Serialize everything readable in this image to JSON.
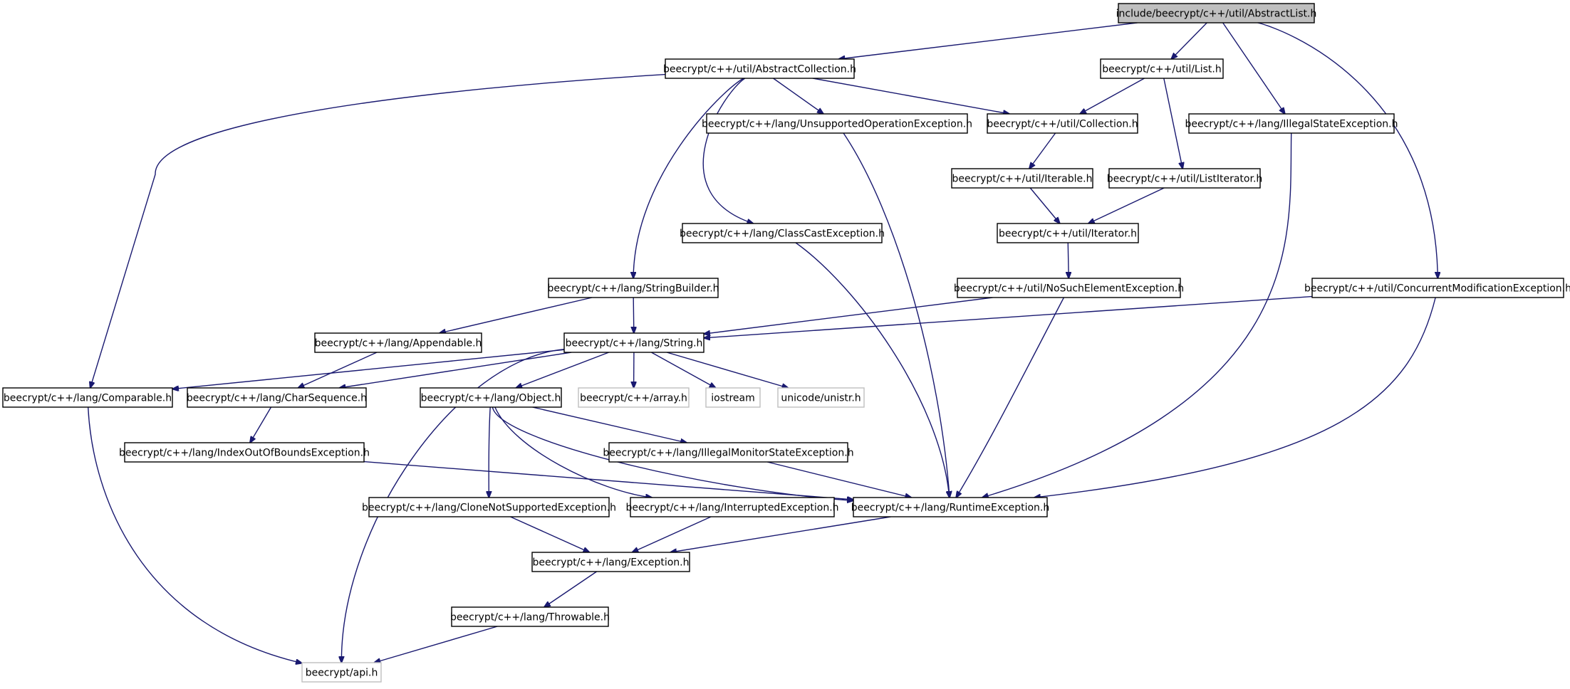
{
  "diagram": {
    "edge_color": "#191970",
    "root_fill": "#bfbfbf",
    "external_border": "#bfbfbf",
    "nodes": [
      {
        "id": "abstractlist",
        "label": "include/beecrypt/c++/util/AbstractList.h",
        "style": "root"
      },
      {
        "id": "abstractcollection",
        "label": "beecrypt/c++/util/AbstractCollection.h",
        "style": "normal"
      },
      {
        "id": "list",
        "label": "beecrypt/c++/util/List.h",
        "style": "normal"
      },
      {
        "id": "illegalstate",
        "label": "beecrypt/c++/lang/IllegalStateException.h",
        "style": "normal"
      },
      {
        "id": "concurrentmod",
        "label": "beecrypt/c++/util/ConcurrentModificationException.h",
        "style": "normal"
      },
      {
        "id": "unsupported",
        "label": "beecrypt/c++/lang/UnsupportedOperationException.h",
        "style": "normal"
      },
      {
        "id": "collection",
        "label": "beecrypt/c++/util/Collection.h",
        "style": "normal"
      },
      {
        "id": "iterable",
        "label": "beecrypt/c++/util/Iterable.h",
        "style": "normal"
      },
      {
        "id": "listiterator",
        "label": "beecrypt/c++/util/ListIterator.h",
        "style": "normal"
      },
      {
        "id": "classcast",
        "label": "beecrypt/c++/lang/ClassCastException.h",
        "style": "normal"
      },
      {
        "id": "iterator",
        "label": "beecrypt/c++/util/Iterator.h",
        "style": "normal"
      },
      {
        "id": "stringbuilder",
        "label": "beecrypt/c++/lang/StringBuilder.h",
        "style": "normal"
      },
      {
        "id": "nosuchelement",
        "label": "beecrypt/c++/util/NoSuchElementException.h",
        "style": "normal"
      },
      {
        "id": "appendable",
        "label": "beecrypt/c++/lang/Appendable.h",
        "style": "normal"
      },
      {
        "id": "string",
        "label": "beecrypt/c++/lang/String.h",
        "style": "normal"
      },
      {
        "id": "comparable",
        "label": "beecrypt/c++/lang/Comparable.h",
        "style": "normal"
      },
      {
        "id": "charsequence",
        "label": "beecrypt/c++/lang/CharSequence.h",
        "style": "normal"
      },
      {
        "id": "object",
        "label": "beecrypt/c++/lang/Object.h",
        "style": "normal"
      },
      {
        "id": "array",
        "label": "beecrypt/c++/array.h",
        "style": "external"
      },
      {
        "id": "iostream",
        "label": "iostream",
        "style": "external"
      },
      {
        "id": "unistr",
        "label": "unicode/unistr.h",
        "style": "external"
      },
      {
        "id": "indexoutofbounds",
        "label": "beecrypt/c++/lang/IndexOutOfBoundsException.h",
        "style": "normal"
      },
      {
        "id": "illegalmonitor",
        "label": "beecrypt/c++/lang/IllegalMonitorStateException.h",
        "style": "normal"
      },
      {
        "id": "clonenotsupported",
        "label": "beecrypt/c++/lang/CloneNotSupportedException.h",
        "style": "normal"
      },
      {
        "id": "interrupted",
        "label": "beecrypt/c++/lang/InterruptedException.h",
        "style": "normal"
      },
      {
        "id": "runtime",
        "label": "beecrypt/c++/lang/RuntimeException.h",
        "style": "normal"
      },
      {
        "id": "exception",
        "label": "beecrypt/c++/lang/Exception.h",
        "style": "normal"
      },
      {
        "id": "throwable",
        "label": "beecrypt/c++/lang/Throwable.h",
        "style": "normal"
      },
      {
        "id": "api",
        "label": "beecrypt/api.h",
        "style": "external"
      }
    ],
    "edges": [
      [
        "abstractlist",
        "abstractcollection"
      ],
      [
        "abstractlist",
        "list"
      ],
      [
        "abstractlist",
        "illegalstate"
      ],
      [
        "abstractlist",
        "concurrentmod"
      ],
      [
        "abstractcollection",
        "comparable"
      ],
      [
        "abstractcollection",
        "stringbuilder"
      ],
      [
        "abstractcollection",
        "classcast"
      ],
      [
        "abstractcollection",
        "unsupported"
      ],
      [
        "abstractcollection",
        "collection"
      ],
      [
        "list",
        "collection"
      ],
      [
        "list",
        "listiterator"
      ],
      [
        "collection",
        "iterable"
      ],
      [
        "iterable",
        "iterator"
      ],
      [
        "listiterator",
        "iterator"
      ],
      [
        "iterator",
        "nosuchelement"
      ],
      [
        "nosuchelement",
        "string"
      ],
      [
        "nosuchelement",
        "runtime"
      ],
      [
        "concurrentmod",
        "string"
      ],
      [
        "concurrentmod",
        "runtime"
      ],
      [
        "illegalstate",
        "runtime"
      ],
      [
        "unsupported",
        "runtime"
      ],
      [
        "classcast",
        "runtime"
      ],
      [
        "stringbuilder",
        "appendable"
      ],
      [
        "stringbuilder",
        "string"
      ],
      [
        "appendable",
        "charsequence"
      ],
      [
        "string",
        "comparable"
      ],
      [
        "string",
        "charsequence"
      ],
      [
        "string",
        "api"
      ],
      [
        "string",
        "object"
      ],
      [
        "string",
        "array"
      ],
      [
        "string",
        "iostream"
      ],
      [
        "string",
        "unistr"
      ],
      [
        "comparable",
        "api"
      ],
      [
        "charsequence",
        "indexoutofbounds"
      ],
      [
        "indexoutofbounds",
        "runtime"
      ],
      [
        "object",
        "clonenotsupported"
      ],
      [
        "object",
        "interrupted"
      ],
      [
        "object",
        "illegalmonitor"
      ],
      [
        "object",
        "runtime"
      ],
      [
        "illegalmonitor",
        "runtime"
      ],
      [
        "clonenotsupported",
        "exception"
      ],
      [
        "interrupted",
        "exception"
      ],
      [
        "runtime",
        "exception"
      ],
      [
        "exception",
        "throwable"
      ],
      [
        "throwable",
        "api"
      ]
    ]
  }
}
